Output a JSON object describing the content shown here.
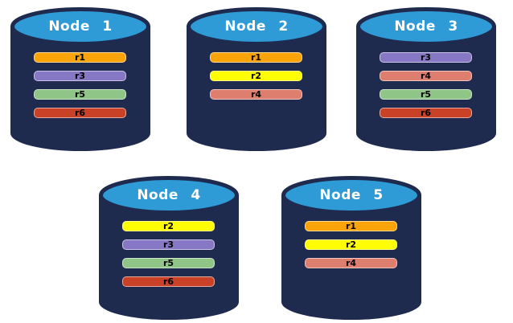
{
  "diagram": {
    "title": "replica-distribution-across-nodes",
    "background": "#ffffff",
    "colors": {
      "cylinder_body": "#1E2A4E",
      "cylinder_top": "#2E9AD6",
      "node_label_color": "#FFFFFF",
      "replica_label_color": "#000000"
    },
    "replica_colors": {
      "r1": "#FAA40A",
      "r2": "#FFFF00",
      "r3": "#8678C4",
      "r4": "#DE7E6E",
      "r5": "#8FC687",
      "r6": "#C94227"
    },
    "nodes": [
      {
        "label": "Node 1",
        "replicas": [
          "r1",
          "r3",
          "r5",
          "r6"
        ]
      },
      {
        "label": "Node 2",
        "replicas": [
          "r1",
          "r2",
          "r4"
        ]
      },
      {
        "label": "Node 3",
        "replicas": [
          "r3",
          "r4",
          "r5",
          "r6"
        ]
      },
      {
        "label": "Node 4",
        "replicas": [
          "r2",
          "r3",
          "r5",
          "r6"
        ]
      },
      {
        "label": "Node 5",
        "replicas": [
          "r1",
          "r2",
          "r4"
        ]
      }
    ]
  }
}
